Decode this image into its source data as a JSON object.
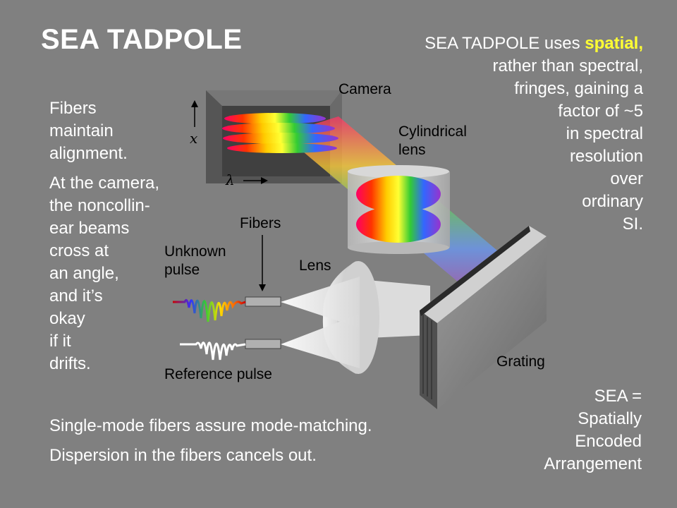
{
  "title": "SEA TADPOLE",
  "right_text": {
    "line1_prefix": "SEA TADPOLE uses ",
    "highlight": "spatial",
    "line1_suffix": ",",
    "lines": [
      "rather than spectral,",
      "fringes, gaining a",
      "factor of ~5",
      "in spectral",
      "resolution",
      "over",
      "ordinary",
      "SI."
    ]
  },
  "left_text": {
    "para1": [
      "Fibers",
      "maintain",
      "alignment."
    ],
    "para2": [
      "At the camera,",
      "the noncollin-",
      "ear beams",
      "cross at",
      "an angle,",
      "and it’s",
      "okay",
      "if it",
      "drifts."
    ]
  },
  "bottom_text": [
    "Single-mode fibers assure mode-matching.",
    "Dispersion in the fibers cancels out."
  ],
  "sea_text": [
    "SEA =",
    "Spatially",
    "Encoded",
    "Arrangement"
  ],
  "labels": {
    "camera": "Camera",
    "cylindrical_lens": [
      "Cylindrical",
      "lens"
    ],
    "fibers": "Fibers",
    "unknown_pulse": [
      "Unknown",
      "pulse"
    ],
    "lens": "Lens",
    "grating": "Grating",
    "reference_pulse": "Reference pulse",
    "axis_x": "x",
    "axis_lambda": "λ"
  },
  "colors": {
    "background": "#808080",
    "highlight": "#ffff33",
    "text": "#ffffff",
    "label": "#000000"
  }
}
